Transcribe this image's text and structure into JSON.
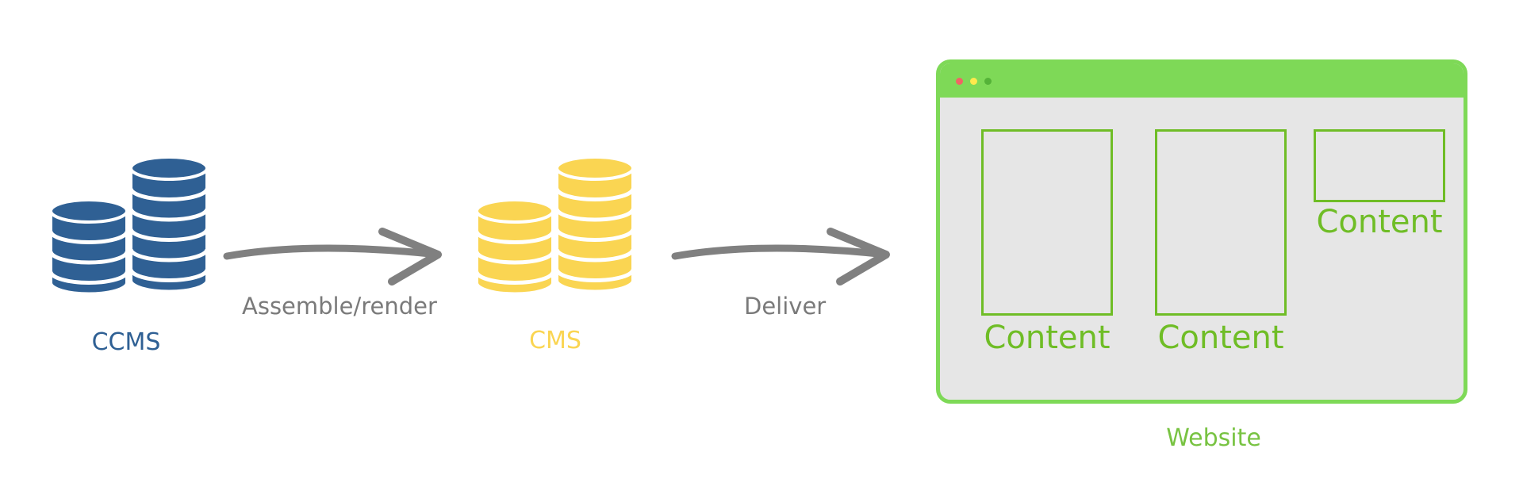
{
  "nodes": {
    "ccms": {
      "label": "CCMS",
      "color": "#2f6094"
    },
    "cms": {
      "label": "CMS",
      "color": "#fad552"
    },
    "website": {
      "label": "Website",
      "color": "#78c342"
    }
  },
  "edges": [
    {
      "from": "ccms",
      "to": "cms",
      "label": "Assemble/render"
    },
    {
      "from": "cms",
      "to": "website",
      "label": "Deliver"
    }
  ],
  "website_panel": {
    "frame_color": "#7ed957",
    "content_color": "#6fbd26",
    "window_dots": [
      "#f06565",
      "#ffe94d",
      "#55b338"
    ],
    "content_blocks": [
      "Content",
      "Content",
      "Content"
    ]
  },
  "arrow_color": "#808080"
}
